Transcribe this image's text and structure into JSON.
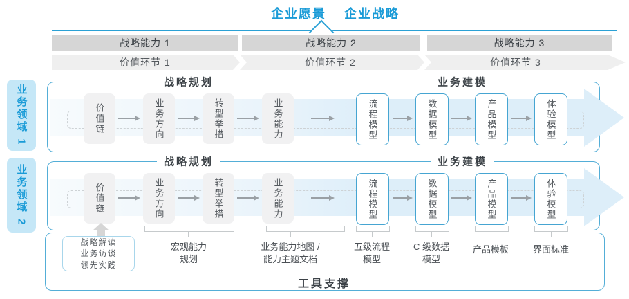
{
  "colors": {
    "accent_blue": "#1a9bd7",
    "panel_border": "#54aed7",
    "light_blue_fill": "#c5e7f7",
    "arrow_band": "#ddeef9",
    "gray_bar": "#d6d6d6",
    "dark_text": "#3c4247"
  },
  "header": {
    "vision": "企业愿景",
    "strategy": "企业战略"
  },
  "capability_bar": {
    "items": [
      "战略能力 1",
      "战略能力 2",
      "战略能力 3"
    ]
  },
  "value_chain_bar": {
    "items": [
      "价值环节 1",
      "价值环节 2",
      "价值环节 3"
    ]
  },
  "sidebar": {
    "domains": [
      "业务领域 1",
      "业务领域 2"
    ]
  },
  "flow": {
    "planning_header": "战略规划",
    "modeling_header": "业务建模",
    "boxes": [
      {
        "label": "价值链",
        "style": "gray"
      },
      {
        "label": "业务方向",
        "style": "gray"
      },
      {
        "label": "转型举措",
        "style": "gray"
      },
      {
        "label": "业务能力",
        "style": "gray"
      },
      {
        "label": "流程模型",
        "style": "outlined"
      },
      {
        "label": "数据模型",
        "style": "outlined"
      },
      {
        "label": "产品模型",
        "style": "outlined"
      },
      {
        "label": "体验模型",
        "style": "outlined"
      }
    ]
  },
  "tools": {
    "title": "工具支撑",
    "practice_box": {
      "lines": [
        "战略解读",
        "业务访谈",
        "领先实践"
      ]
    },
    "annotations": [
      {
        "lines": [
          "宏观能力",
          "规划"
        ]
      },
      {
        "lines": [
          "业务能力地图 /",
          "能力主题文档"
        ]
      },
      {
        "lines": [
          "五级流程",
          "模型"
        ]
      },
      {
        "lines": [
          "C 级数据",
          "模型"
        ]
      },
      {
        "lines": [
          "产品模板"
        ]
      },
      {
        "lines": [
          "界面标准"
        ]
      }
    ]
  }
}
